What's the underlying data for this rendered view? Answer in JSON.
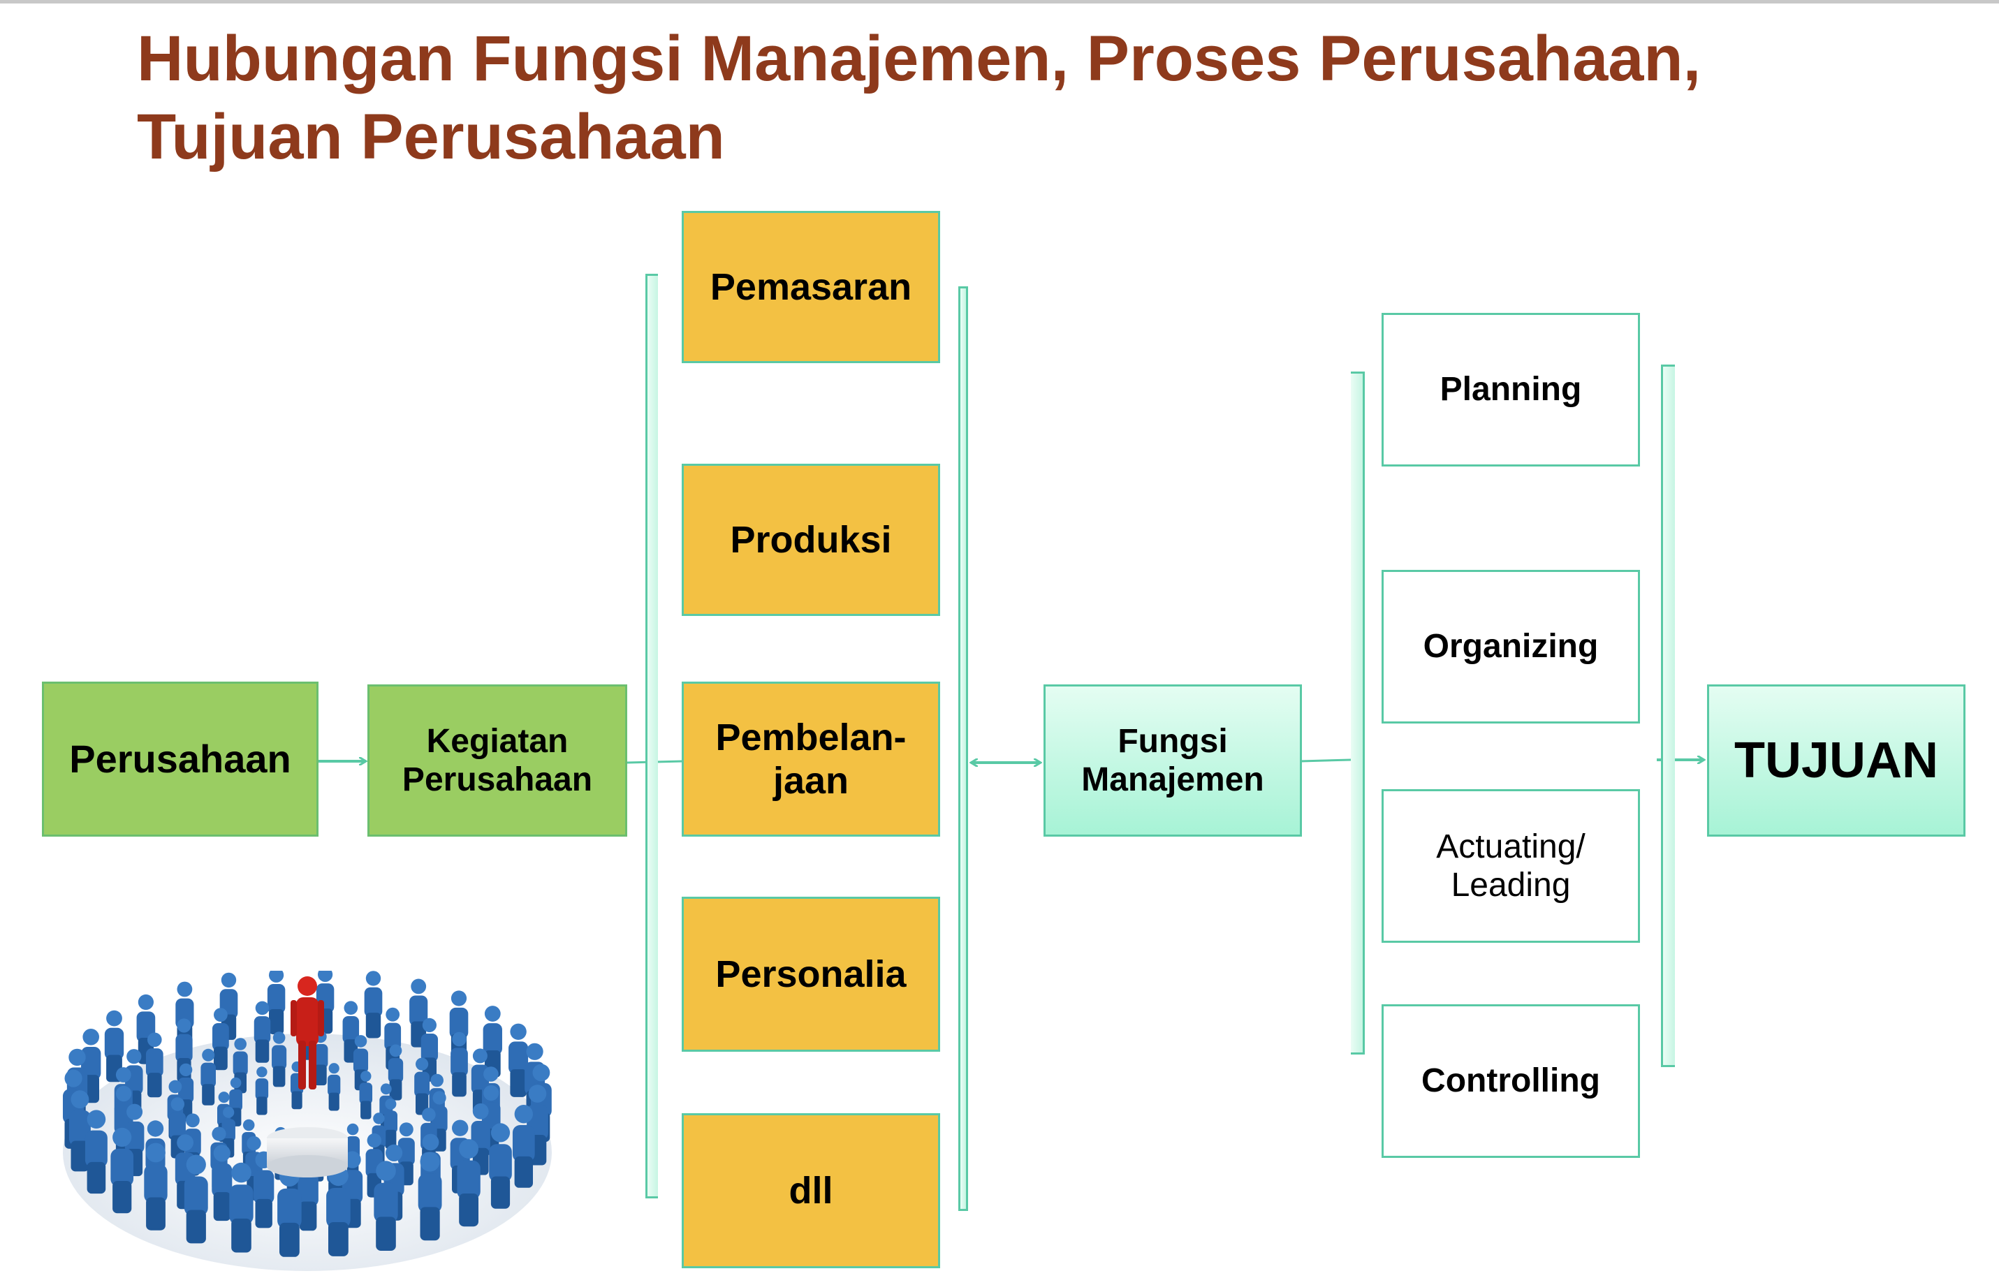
{
  "title": {
    "line1": "Hubungan Fungsi Manajemen, Proses Perusahaan,",
    "line2": "Tujuan Perusahaan"
  },
  "nodes": {
    "perusahaan": "Perusahaan",
    "kegiatan_line1": "Kegiatan",
    "kegiatan_line2": "Perusahaan",
    "activities": {
      "pemasaran": "Pemasaran",
      "produksi": "Produksi",
      "pembelanjaan_line1": "Pembelan-",
      "pembelanjaan_line2": "jaan",
      "personalia": "Personalia",
      "dll": "dll"
    },
    "fungsi_line1": "Fungsi",
    "fungsi_line2": "Manajemen",
    "functions": {
      "planning": "Planning",
      "organizing": "Organizing",
      "actuating_line1": "Actuating/",
      "actuating_line2": "Leading",
      "controlling": "Controlling"
    },
    "tujuan": "TUJUAN"
  },
  "colors": {
    "title": "#8e3a1c",
    "green_box": "#9acd62",
    "orange_box": "#f3c143",
    "mint_border": "#59c9a5",
    "arrow": "#59c9a5"
  },
  "illustration": {
    "icon": "leader-among-crowd-icon",
    "leader_color": "#d8261e",
    "crowd_color": "#2f6db5"
  }
}
